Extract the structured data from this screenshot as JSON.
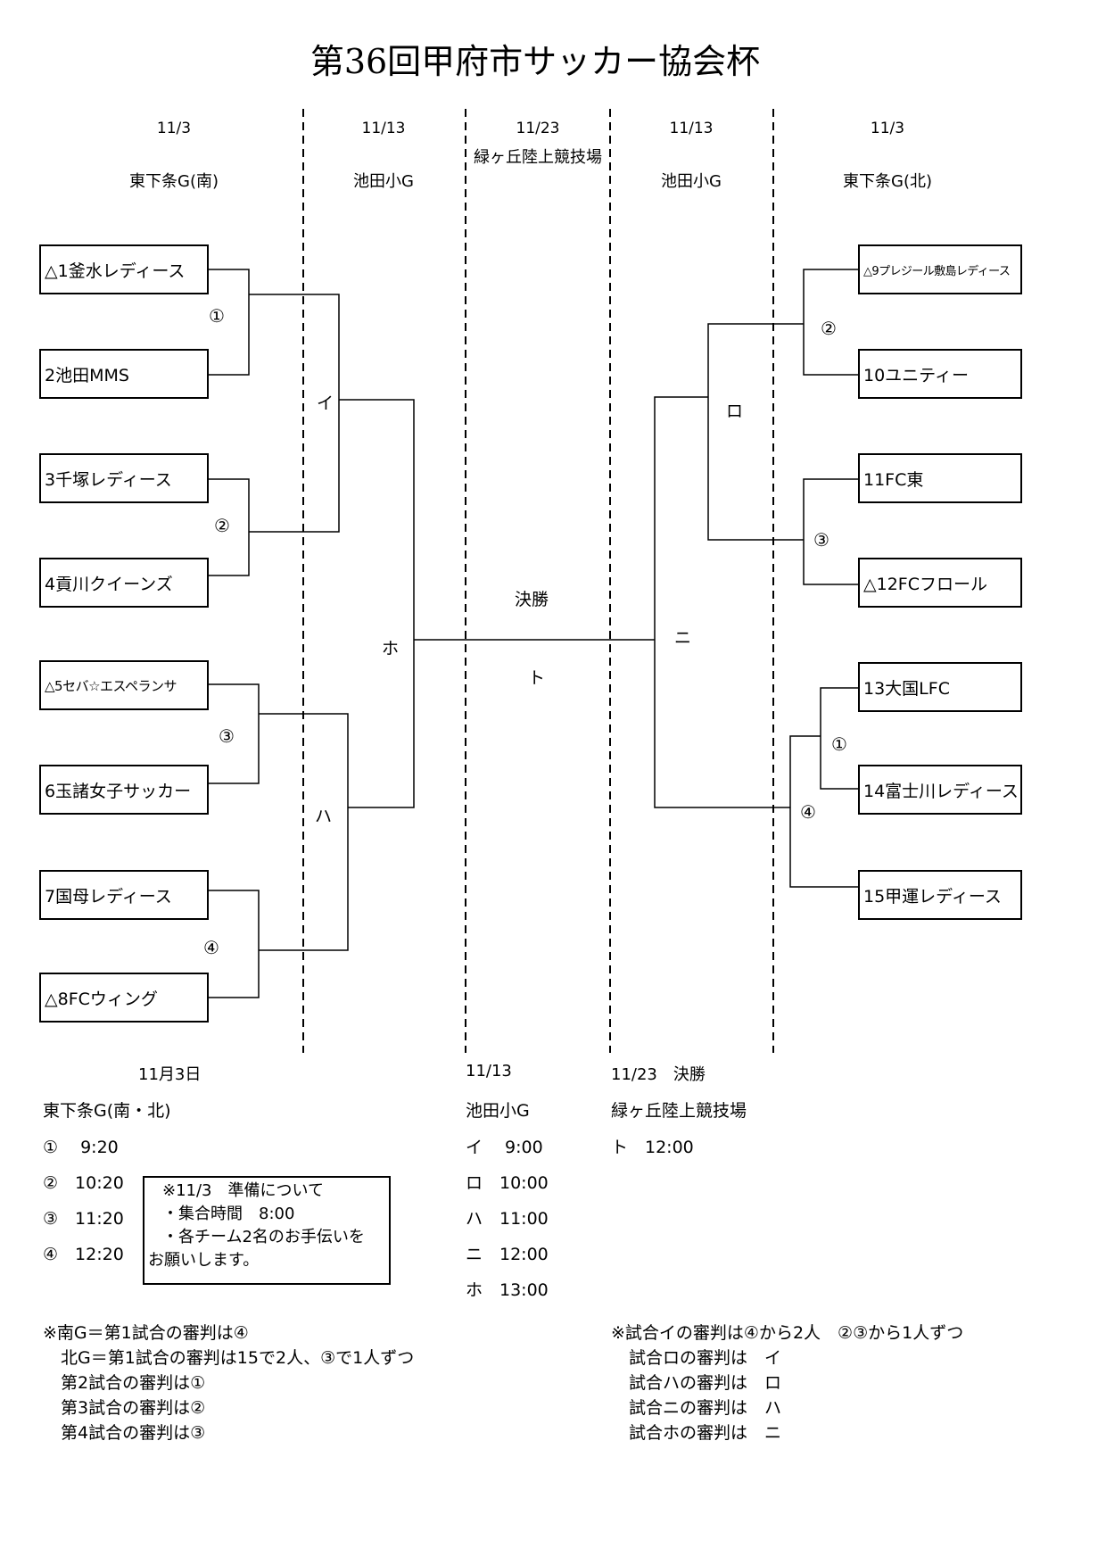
{
  "title": "第36回甲府市サッカー協会杯",
  "columns": [
    {
      "date": "11/3",
      "venue": "東下条G(南)"
    },
    {
      "date": "11/13",
      "venue": "池田小G"
    },
    {
      "date": "11/23",
      "venue": "緑ヶ丘陸上競技場"
    },
    {
      "date": "11/13",
      "venue": "池田小G"
    },
    {
      "date": "11/3",
      "venue": "東下条G(北)"
    }
  ],
  "teams_left": [
    "△1釜水レディース",
    "2池田MMS",
    "3千塚レディース",
    "4貢川クイーンズ",
    "△5セバ☆エスペランサ",
    "6玉諸女子サッカー",
    "7国母レディース",
    "△8FCウィング"
  ],
  "teams_right": [
    "△9プレジール敷島レディース",
    "10ユニティー",
    "11FC東",
    "△12FCフロール",
    "13大国LFC",
    "14富士川レディース",
    "15甲運レディース"
  ],
  "match_marks_left": [
    "①",
    "②",
    "③",
    "④"
  ],
  "match_marks_right": [
    "②",
    "③",
    "①",
    "④"
  ],
  "round_labels": {
    "i": "イ",
    "ha": "ハ",
    "ho": "ホ",
    "ro": "ロ",
    "ni": "ニ"
  },
  "final_label": "決勝",
  "final_mark": "ト",
  "schedule": {
    "nov3": {
      "heading": "11月3日",
      "venue": "東下条G(南・北)",
      "times": [
        "①　 9:20",
        "②　10:20",
        "③　11:20",
        "④　12:20"
      ]
    },
    "nov13": {
      "heading": "11/13",
      "venue": "池田小G",
      "times": [
        "イ　 9:00",
        "ロ　10:00",
        "ハ　11:00",
        "ニ　12:00",
        "ホ　13:00"
      ]
    },
    "nov23": {
      "heading": "11/23　決勝",
      "venue": "緑ヶ丘陸上競技場",
      "times": [
        "ト　12:00"
      ]
    }
  },
  "prep_note": {
    "heading": "※11/3　準備について",
    "line1": "・集合時間　8:00",
    "line2": "・各チーム2名のお手伝いを",
    "line3": "お願いします。"
  },
  "referee_left": [
    "※南G＝第1試合の審判は④",
    "北G＝第1試合の審判は15で2人、③で1人ずつ",
    "第2試合の審判は①",
    "第3試合の審判は②",
    "第4試合の審判は③"
  ],
  "referee_right": [
    "※試合イの審判は④から2人　②③から1人ずつ",
    "試合ロの審判は　イ",
    "試合ハの審判は　ロ",
    "試合ニの審判は　ハ",
    "試合ホの審判は　ニ"
  ]
}
